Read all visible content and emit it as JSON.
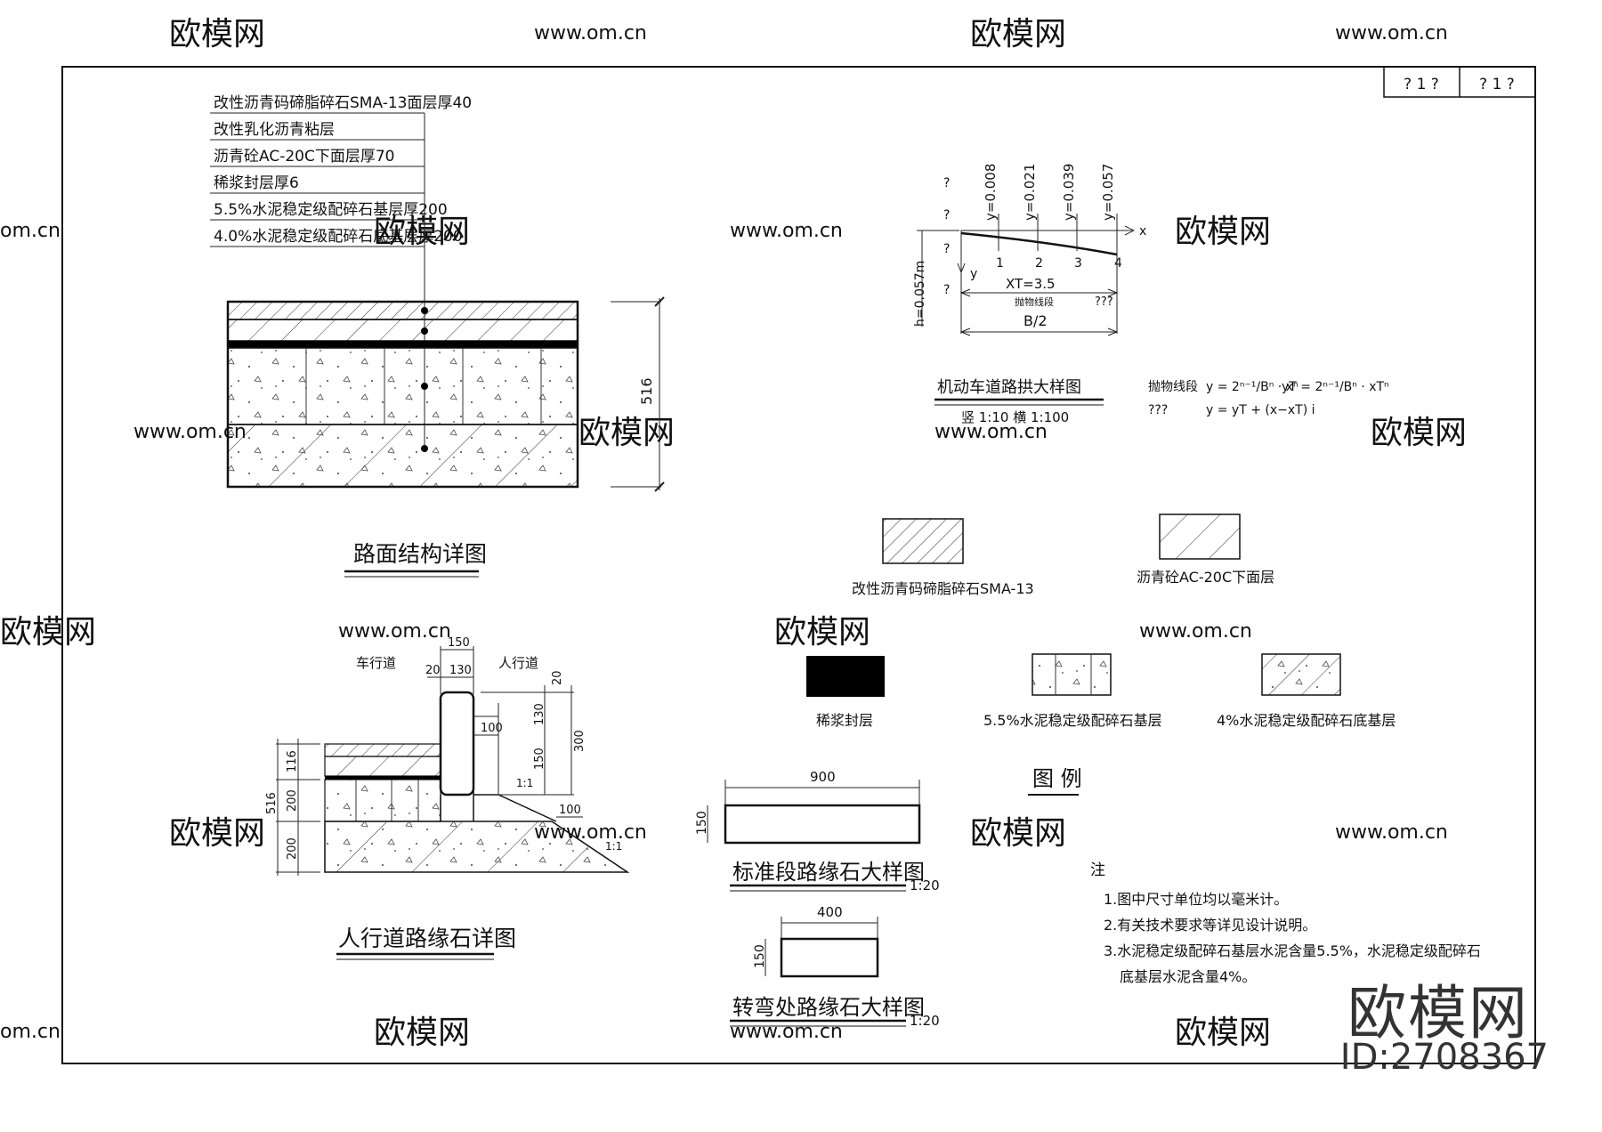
{
  "title_block": {
    "cell1": "? 1 ?",
    "cell2": "? 1 ?"
  },
  "pavement": {
    "layers": [
      "改性沥青码碲脂碎石SMA-13面层厚40",
      "改性乳化沥青粘层",
      "沥青砼AC-20C下面层厚70",
      "稀浆封层厚6",
      "5.5%水泥稳定级配碎石基层厚200",
      "4.0%水泥稳定级配碎石底基层厚200"
    ],
    "total_dim": "516",
    "title": "路面结构详图"
  },
  "crown": {
    "title": "机动车道路拱大样图",
    "scale": "竖 1:10  横 1:100",
    "y_labels": [
      "y=0.008",
      "y=0.021",
      "y=0.039",
      "y=0.057"
    ],
    "point_labels": [
      "1",
      "2",
      "3",
      "4"
    ],
    "q_marks": [
      "?",
      "?",
      "?",
      "?"
    ],
    "axis_x": "x",
    "axis_y": "y",
    "h_label": "h=0.057m",
    "xt_label": "XT=3.5",
    "parabola_seg": "抛物线段",
    "unknown_seg": "???",
    "b2_label": "B/2",
    "formula1_label": "抛物线段",
    "formula1": "y = 2ⁿ⁻¹/Bⁿ · xⁿ",
    "formula1b": "yT = 2ⁿ⁻¹/Bⁿ · xTⁿ",
    "formula2_label": "???",
    "formula2": "y = yT + (x−xT) i"
  },
  "legend": {
    "title": "图 例",
    "items": [
      "改性沥青码碲脂碎石SMA-13",
      "沥青砼AC-20C下面层",
      "稀浆封层",
      "5.5%水泥稳定级配碎石基层",
      "4%水泥稳定级配碎石底基层"
    ]
  },
  "curb": {
    "title": "人行道路缘石详图",
    "label_road": "车行道",
    "label_walk": "人行道",
    "dims": {
      "top_150": "150",
      "d20": "20",
      "d130": "130",
      "right_20": "20",
      "right_130": "130",
      "right_150": "150",
      "right_300": "300",
      "d100a": "100",
      "d100b": "100",
      "slope": "1:1",
      "slope2": "1:1",
      "left_116": "116",
      "left_200a": "200",
      "left_516": "516",
      "left_200b": "200"
    }
  },
  "std_curb": {
    "title": "标准段路缘石大样图",
    "scale": "1:20",
    "width": "900",
    "height": "150"
  },
  "turn_curb": {
    "title": "转弯处路缘石大样图",
    "scale": "1:20",
    "width": "400",
    "height": "150"
  },
  "notes": {
    "title": "注",
    "items": [
      "1.图中尺寸单位均以毫米计。",
      "2.有关技术要求等详见设计说明。",
      "3.水泥稳定级配碎石基层水泥含量5.5%，水泥稳定级配碎石",
      "底基层水泥含量4%。"
    ]
  },
  "watermark": {
    "brand": "欧模网",
    "site": "www.om.cn",
    "site_short": "om.cn"
  },
  "brand": {
    "logo": "欧模网",
    "id": "ID:2708367"
  }
}
